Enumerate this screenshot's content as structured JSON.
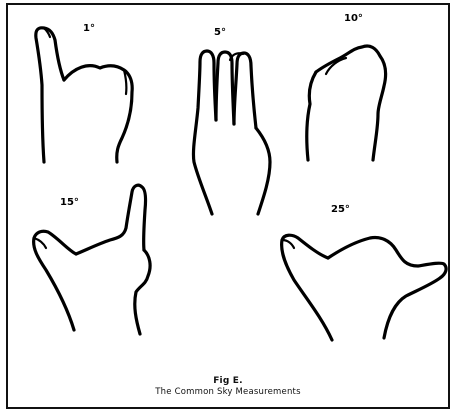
{
  "figure": {
    "labels": {
      "one": "1°",
      "five": "5°",
      "ten": "10°",
      "fifteen": "15°",
      "twentyfive": "25°"
    },
    "caption_title": "Fig E.",
    "caption_subtitle": "The Common Sky Measurements"
  }
}
